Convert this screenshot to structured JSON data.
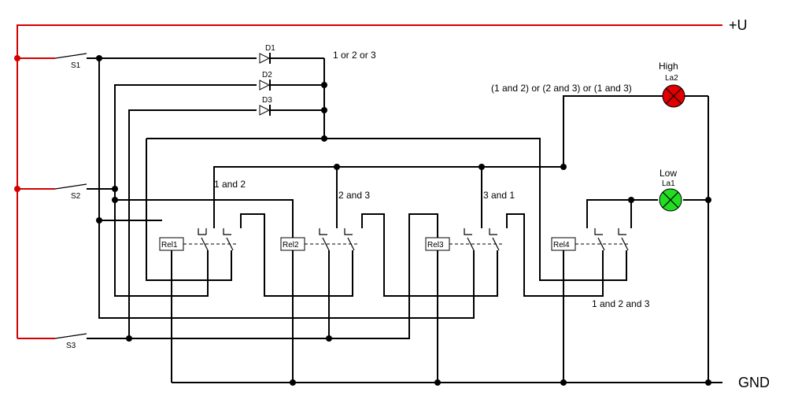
{
  "rails": {
    "supply": "+U",
    "ground": "GND"
  },
  "switches": {
    "s1": "S1",
    "s2": "S2",
    "s3": "S3"
  },
  "diodes": {
    "d1": "D1",
    "d2": "D2",
    "d3": "D3"
  },
  "relays": {
    "r1": "Rel1",
    "r2": "Rel2",
    "r3": "Rel3",
    "r4": "Rel4"
  },
  "lamps": {
    "high": {
      "title": "High",
      "ref": "La2",
      "color": "#e00000"
    },
    "low": {
      "title": "Low",
      "ref": "La1",
      "color": "#22dd22"
    }
  },
  "conditions": {
    "any": "1 or 2 or 3",
    "pairs": "(1 and 2) or (2 and 3) or (1 and 3)",
    "c12": "1 and 2",
    "c23": "2 and 3",
    "c31": "3 and 1",
    "c123": "1 and 2 and 3"
  }
}
